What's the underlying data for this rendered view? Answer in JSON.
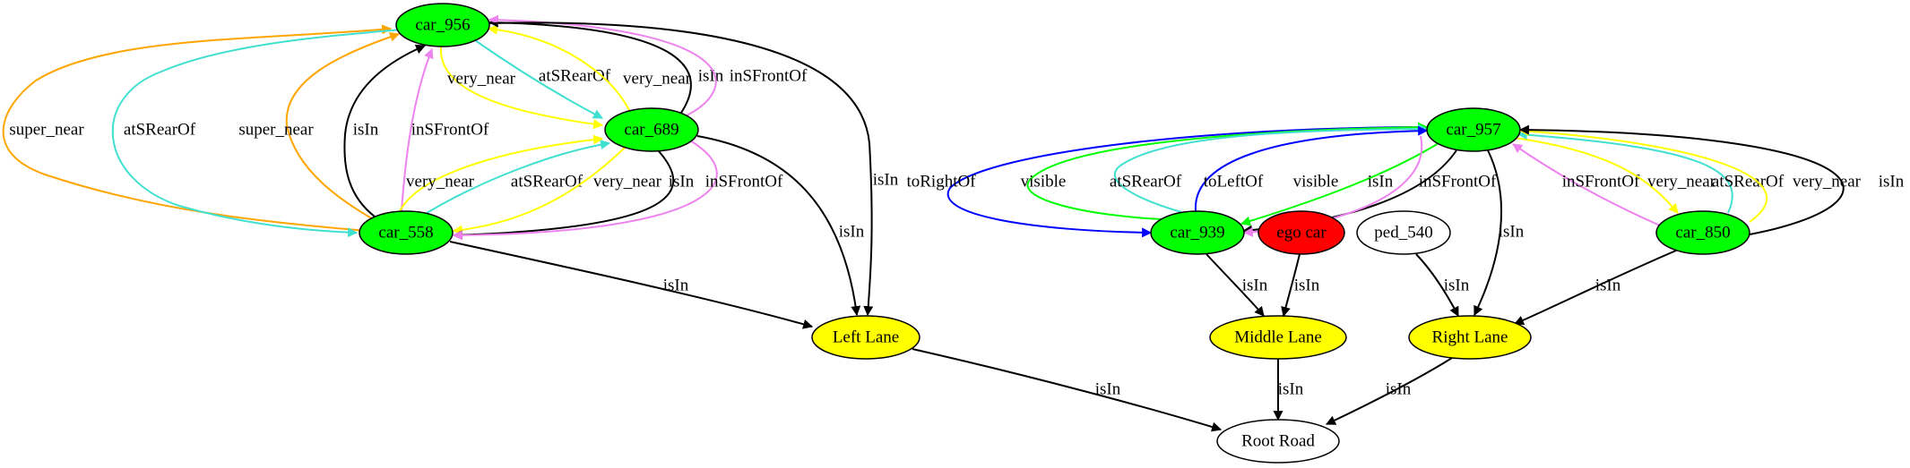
{
  "nodes": [
    {
      "id": "car_956",
      "label": "car_956",
      "fill": "#00ff00"
    },
    {
      "id": "car_689",
      "label": "car_689",
      "fill": "#00ff00"
    },
    {
      "id": "car_558",
      "label": "car_558",
      "fill": "#00ff00"
    },
    {
      "id": "left_lane",
      "label": "Left Lane",
      "fill": "#ffff00"
    },
    {
      "id": "car_957",
      "label": "car_957",
      "fill": "#00ff00"
    },
    {
      "id": "car_939",
      "label": "car_939",
      "fill": "#00ff00"
    },
    {
      "id": "ego_car",
      "label": "ego car",
      "fill": "#ff0000"
    },
    {
      "id": "ped_540",
      "label": "ped_540",
      "fill": "#ffffff"
    },
    {
      "id": "car_850",
      "label": "car_850",
      "fill": "#00ff00"
    },
    {
      "id": "middle_lane",
      "label": "Middle Lane",
      "fill": "#ffff00"
    },
    {
      "id": "right_lane",
      "label": "Right Lane",
      "fill": "#ffff00"
    },
    {
      "id": "root_road",
      "label": "Root Road",
      "fill": "#ffffff"
    }
  ],
  "edges": [
    {
      "id": "e1",
      "from": "car_558",
      "to": "car_956",
      "label": "super_near",
      "color": "#ffa500"
    },
    {
      "id": "e2",
      "from": "car_956",
      "to": "car_558",
      "label": "atSRearOf",
      "color": "#40e0d0"
    },
    {
      "id": "e3",
      "from": "car_558",
      "to": "car_956",
      "label": "super_near",
      "color": "#ffa500"
    },
    {
      "id": "e4",
      "from": "car_558",
      "to": "car_956",
      "label": "isIn",
      "color": "#000000"
    },
    {
      "id": "e5",
      "from": "car_558",
      "to": "car_956",
      "label": "inSFrontOf",
      "color": "#ee82ee"
    },
    {
      "id": "e6",
      "from": "car_956",
      "to": "car_689",
      "label": "very_near",
      "color": "#ffff00"
    },
    {
      "id": "e7",
      "from": "car_956",
      "to": "car_689",
      "label": "atSRearOf",
      "color": "#40e0d0"
    },
    {
      "id": "e8",
      "from": "car_689",
      "to": "car_956",
      "label": "very_near",
      "color": "#ffff00"
    },
    {
      "id": "e9",
      "from": "car_689",
      "to": "car_956",
      "label": "isIn",
      "color": "#000000"
    },
    {
      "id": "e10",
      "from": "car_689",
      "to": "car_956",
      "label": "inSFrontOf",
      "color": "#ee82ee"
    },
    {
      "id": "e11",
      "from": "car_956",
      "to": "left_lane",
      "label": "isIn",
      "color": "#000000"
    },
    {
      "id": "e12",
      "from": "car_558",
      "to": "car_689",
      "label": "very_near",
      "color": "#ffff00"
    },
    {
      "id": "e13",
      "from": "car_558",
      "to": "car_689",
      "label": "atSRearOf",
      "color": "#40e0d0"
    },
    {
      "id": "e14",
      "from": "car_689",
      "to": "car_558",
      "label": "very_near",
      "color": "#ffff00"
    },
    {
      "id": "e15",
      "from": "car_689",
      "to": "car_558",
      "label": "isIn",
      "color": "#000000"
    },
    {
      "id": "e16",
      "from": "car_689",
      "to": "car_558",
      "label": "inSFrontOf",
      "color": "#ee82ee"
    },
    {
      "id": "e17",
      "from": "car_689",
      "to": "left_lane",
      "label": "isIn",
      "color": "#000000"
    },
    {
      "id": "e18",
      "from": "car_558",
      "to": "left_lane",
      "label": "isIn",
      "color": "#000000"
    },
    {
      "id": "e19",
      "from": "left_lane",
      "to": "root_road",
      "label": "isIn",
      "color": "#000000"
    },
    {
      "id": "e20",
      "from": "car_957",
      "to": "car_939",
      "label": "toRightOf",
      "color": "#0000ff"
    },
    {
      "id": "e21",
      "from": "car_939",
      "to": "car_957",
      "label": "visible",
      "color": "#00ff00"
    },
    {
      "id": "e22",
      "from": "car_939",
      "to": "car_957",
      "label": "atSRearOf",
      "color": "#40e0d0"
    },
    {
      "id": "e23",
      "from": "car_939",
      "to": "car_957",
      "label": "toLeftOf",
      "color": "#0000ff"
    },
    {
      "id": "e24",
      "from": "car_957",
      "to": "car_939",
      "label": "visible",
      "color": "#00ff00"
    },
    {
      "id": "e25",
      "from": "car_957",
      "to": "car_939",
      "label": "isIn",
      "color": "#000000"
    },
    {
      "id": "e26",
      "from": "car_957",
      "to": "car_939",
      "label": "inSFrontOf",
      "color": "#ee82ee"
    },
    {
      "id": "e27",
      "from": "car_957",
      "to": "right_lane",
      "label": "isIn",
      "color": "#000000"
    },
    {
      "id": "e28",
      "from": "car_850",
      "to": "car_957",
      "label": "inSFrontOf",
      "color": "#ee82ee"
    },
    {
      "id": "e29",
      "from": "car_957",
      "to": "car_850",
      "label": "very_near",
      "color": "#ffff00"
    },
    {
      "id": "e30",
      "from": "car_850",
      "to": "car_957",
      "label": "atSRearOf",
      "color": "#40e0d0"
    },
    {
      "id": "e31",
      "from": "car_850",
      "to": "car_957",
      "label": "very_near",
      "color": "#ffff00"
    },
    {
      "id": "e32",
      "from": "car_850",
      "to": "car_957",
      "label": "isIn",
      "color": "#000000"
    },
    {
      "id": "e33",
      "from": "car_939",
      "to": "middle_lane",
      "label": "isIn",
      "color": "#000000"
    },
    {
      "id": "e34",
      "from": "ego_car",
      "to": "middle_lane",
      "label": "isIn",
      "color": "#000000"
    },
    {
      "id": "e35",
      "from": "ped_540",
      "to": "right_lane",
      "label": "isIn",
      "color": "#000000"
    },
    {
      "id": "e36",
      "from": "car_850",
      "to": "right_lane",
      "label": "isIn",
      "color": "#000000"
    },
    {
      "id": "e37",
      "from": "middle_lane",
      "to": "root_road",
      "label": "isIn",
      "color": "#000000"
    },
    {
      "id": "e38",
      "from": "right_lane",
      "to": "root_road",
      "label": "isIn",
      "color": "#000000"
    }
  ]
}
